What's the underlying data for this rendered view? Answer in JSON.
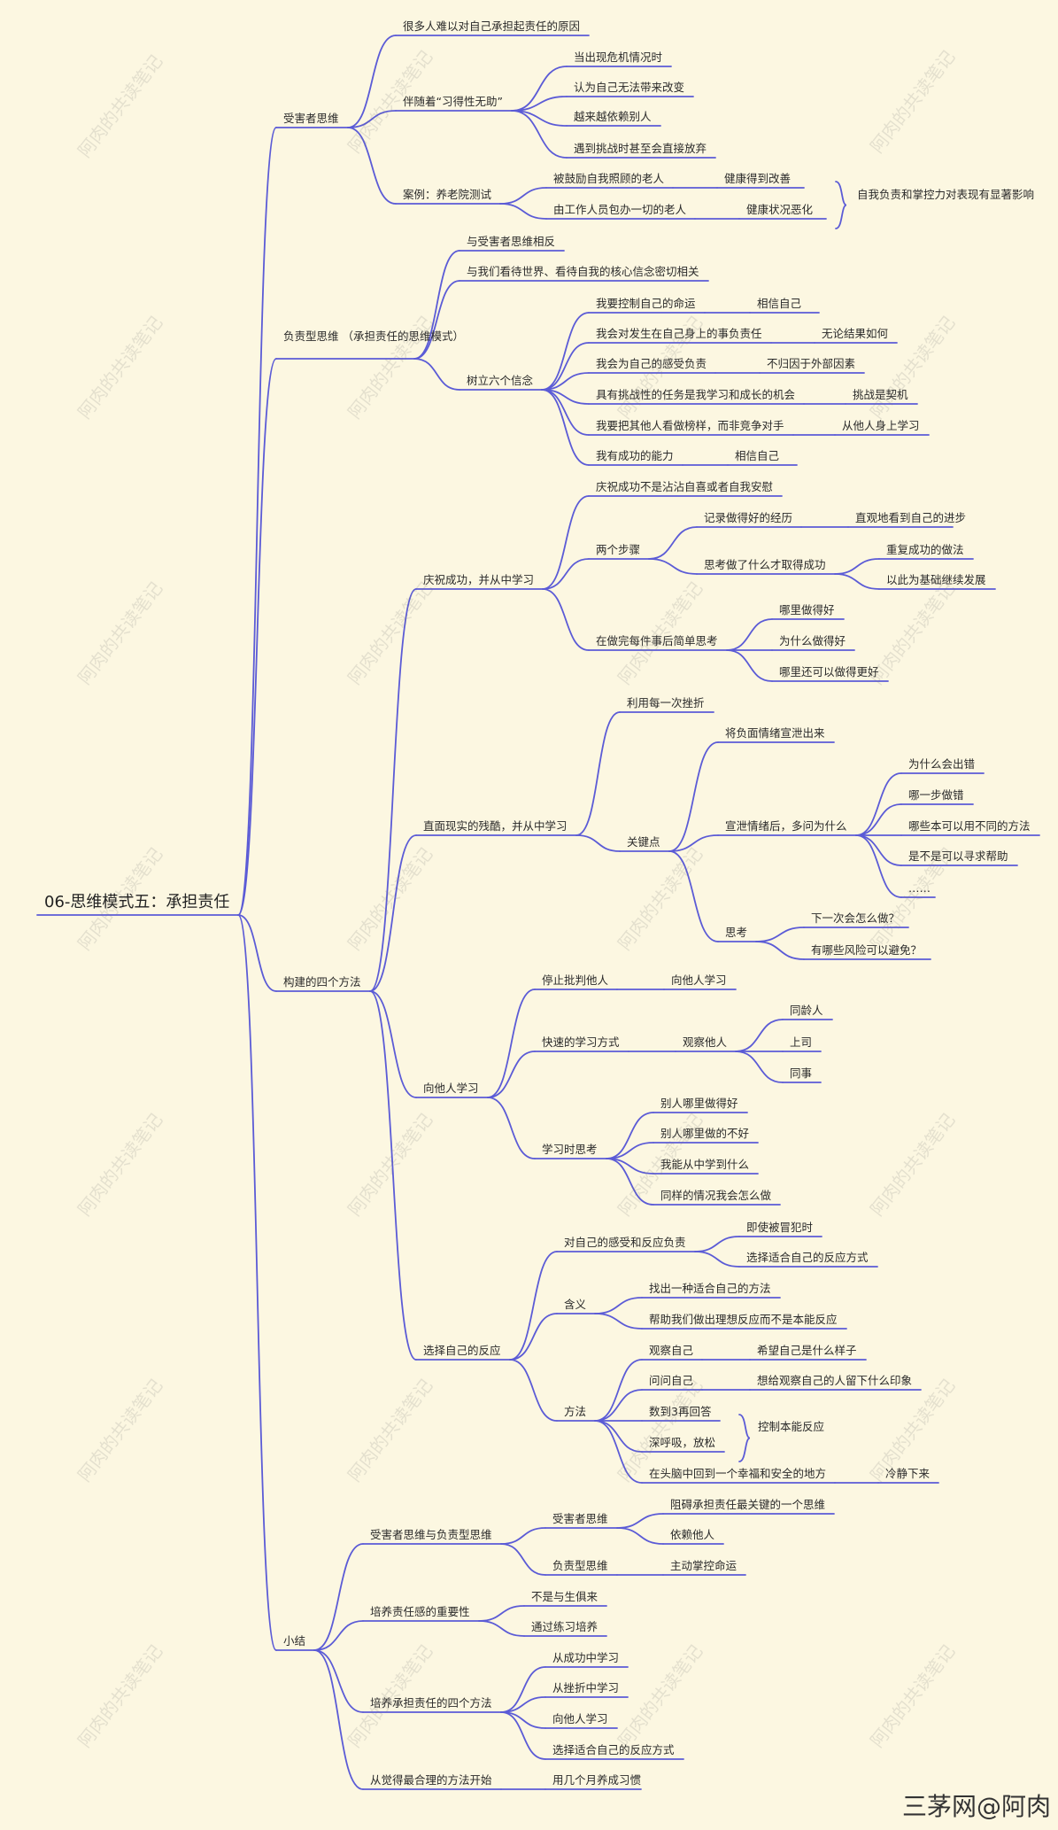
{
  "root": "06-思维模式五：承担责任",
  "nodes": [
    {
      "id": "n1",
      "text": "受害者思维"
    },
    {
      "id": "n1a",
      "text": "很多人难以对自己承担起责任的原因"
    },
    {
      "id": "n1b",
      "text": "伴随着“习得性无助”"
    },
    {
      "id": "n1b1",
      "text": "当出现危机情况时"
    },
    {
      "id": "n1b2",
      "text": "认为自己无法带来改变"
    },
    {
      "id": "n1b3",
      "text": "越来越依赖别人"
    },
    {
      "id": "n1b4",
      "text": "遇到挑战时甚至会直接放弃"
    },
    {
      "id": "n1c",
      "text": "案例：养老院测试"
    },
    {
      "id": "n1c1",
      "text": "被鼓励自我照顾的老人"
    },
    {
      "id": "n1c1a",
      "text": "健康得到改善"
    },
    {
      "id": "n1c2",
      "text": "由工作人员包办一切的老人"
    },
    {
      "id": "n1c2a",
      "text": "健康状况恶化"
    },
    {
      "id": "n1cs",
      "text": "自我负责和掌控力对表现有显著影响"
    },
    {
      "id": "n2",
      "text": "负责型思维\n（承担责任的思维模式）"
    },
    {
      "id": "n2a",
      "text": "与受害者思维相反"
    },
    {
      "id": "n2b",
      "text": "与我们看待世界、看待自我的核心信念密切相关"
    },
    {
      "id": "n2c",
      "text": "树立六个信念"
    },
    {
      "id": "n2c1",
      "text": "我要控制自己的命运"
    },
    {
      "id": "n2c1a",
      "text": "相信自己"
    },
    {
      "id": "n2c2",
      "text": "我会对发生在自己身上的事负责任"
    },
    {
      "id": "n2c2a",
      "text": "无论结果如何"
    },
    {
      "id": "n2c3",
      "text": "我会为自己的感受负责"
    },
    {
      "id": "n2c3a",
      "text": "不归因于外部因素"
    },
    {
      "id": "n2c4",
      "text": "具有挑战性的任务是我学习和成长的机会"
    },
    {
      "id": "n2c4a",
      "text": "挑战是契机"
    },
    {
      "id": "n2c5",
      "text": "我要把其他人看做榜样，而非竞争对手"
    },
    {
      "id": "n2c5a",
      "text": "从他人身上学习"
    },
    {
      "id": "n2c6",
      "text": "我有成功的能力"
    },
    {
      "id": "n2c6a",
      "text": "相信自己"
    },
    {
      "id": "n3",
      "text": "构建的四个方法"
    },
    {
      "id": "n3a",
      "text": "庆祝成功，并从中学习"
    },
    {
      "id": "n3a1",
      "text": "庆祝成功不是沾沾自喜或者自我安慰"
    },
    {
      "id": "n3a2",
      "text": "两个步骤"
    },
    {
      "id": "n3a2a",
      "text": "记录做得好的经历"
    },
    {
      "id": "n3a2a1",
      "text": "直观地看到自己的进步"
    },
    {
      "id": "n3a2b",
      "text": "思考做了什么才取得成功"
    },
    {
      "id": "n3a2b1",
      "text": "重复成功的做法"
    },
    {
      "id": "n3a2b2",
      "text": "以此为基础继续发展"
    },
    {
      "id": "n3a3",
      "text": "在做完每件事后简单思考"
    },
    {
      "id": "n3a3a",
      "text": "哪里做得好"
    },
    {
      "id": "n3a3b",
      "text": "为什么做得好"
    },
    {
      "id": "n3a3c",
      "text": "哪里还可以做得更好"
    },
    {
      "id": "n3b",
      "text": "直面现实的残酷，并从中学习"
    },
    {
      "id": "n3b1",
      "text": "利用每一次挫折"
    },
    {
      "id": "n3b2",
      "text": "关键点"
    },
    {
      "id": "n3b2a",
      "text": "将负面情绪宣泄出来"
    },
    {
      "id": "n3b2b",
      "text": "宣泄情绪后，多问为什么"
    },
    {
      "id": "n3b2b1",
      "text": "为什么会出错"
    },
    {
      "id": "n3b2b2",
      "text": "哪一步做错"
    },
    {
      "id": "n3b2b3",
      "text": "哪些本可以用不同的方法"
    },
    {
      "id": "n3b2b4",
      "text": "是不是可以寻求帮助"
    },
    {
      "id": "n3b2b5",
      "text": "……"
    },
    {
      "id": "n3b2c",
      "text": "思考"
    },
    {
      "id": "n3b2c1",
      "text": "下一次会怎么做？"
    },
    {
      "id": "n3b2c2",
      "text": "有哪些风险可以避免？"
    },
    {
      "id": "n3c",
      "text": "向他人学习"
    },
    {
      "id": "n3c1",
      "text": "停止批判他人"
    },
    {
      "id": "n3c1a",
      "text": "向他人学习"
    },
    {
      "id": "n3c2",
      "text": "快速的学习方式"
    },
    {
      "id": "n3c2a",
      "text": "观察他人"
    },
    {
      "id": "n3c2a1",
      "text": "同龄人"
    },
    {
      "id": "n3c2a2",
      "text": "上司"
    },
    {
      "id": "n3c2a3",
      "text": "同事"
    },
    {
      "id": "n3c3",
      "text": "学习时思考"
    },
    {
      "id": "n3c3a",
      "text": "别人哪里做得好"
    },
    {
      "id": "n3c3b",
      "text": "别人哪里做的不好"
    },
    {
      "id": "n3c3c",
      "text": "我能从中学到什么"
    },
    {
      "id": "n3c3d",
      "text": "同样的情况我会怎么做"
    },
    {
      "id": "n3d",
      "text": "选择自己的反应"
    },
    {
      "id": "n3d1",
      "text": "对自己的感受和反应负责"
    },
    {
      "id": "n3d1a",
      "text": "即使被冒犯时"
    },
    {
      "id": "n3d1b",
      "text": "选择适合自己的反应方式"
    },
    {
      "id": "n3d2",
      "text": "含义"
    },
    {
      "id": "n3d2a",
      "text": "找出一种适合自己的方法"
    },
    {
      "id": "n3d2b",
      "text": "帮助我们做出理想反应而不是本能反应"
    },
    {
      "id": "n3d3",
      "text": "方法"
    },
    {
      "id": "n3d3a",
      "text": "观察自己"
    },
    {
      "id": "n3d3a1",
      "text": "希望自己是什么样子"
    },
    {
      "id": "n3d3b",
      "text": "问问自己"
    },
    {
      "id": "n3d3b1",
      "text": "想给观察自己的人留下什么印象"
    },
    {
      "id": "n3d3c",
      "text": "数到3再回答"
    },
    {
      "id": "n3d3d",
      "text": "深呼吸，放松"
    },
    {
      "id": "n3d3cs",
      "text": "控制本能反应"
    },
    {
      "id": "n3d3e",
      "text": "在头脑中回到一个幸福和安全的地方"
    },
    {
      "id": "n3d3e1",
      "text": "冷静下来"
    },
    {
      "id": "n4",
      "text": "小结"
    },
    {
      "id": "n4a",
      "text": "受害者思维与负责型思维"
    },
    {
      "id": "n4a1",
      "text": "受害者思维"
    },
    {
      "id": "n4a1a",
      "text": "阻碍承担责任最关键的一个思维"
    },
    {
      "id": "n4a1b",
      "text": "依赖他人"
    },
    {
      "id": "n4a2",
      "text": "负责型思维"
    },
    {
      "id": "n4a2a",
      "text": "主动掌控命运"
    },
    {
      "id": "n4b",
      "text": "培养责任感的重要性"
    },
    {
      "id": "n4b1",
      "text": "不是与生俱来"
    },
    {
      "id": "n4b2",
      "text": "通过练习培养"
    },
    {
      "id": "n4c",
      "text": "培养承担责任的四个方法"
    },
    {
      "id": "n4c1",
      "text": "从成功中学习"
    },
    {
      "id": "n4c2",
      "text": "从挫折中学习"
    },
    {
      "id": "n4c3",
      "text": "向他人学习"
    },
    {
      "id": "n4c4",
      "text": "选择适合自己的反应方式"
    },
    {
      "id": "n4d",
      "text": "从觉得最合理的方法开始"
    },
    {
      "id": "n4d1",
      "text": "用几个月养成习惯"
    }
  ],
  "watermark": "阿肉的共读笔记",
  "footer_mark": "三茅网@阿肉",
  "colors": {
    "line": "#5b5bd6",
    "background": "#fcf7e1",
    "brace": "#e05a2b"
  }
}
